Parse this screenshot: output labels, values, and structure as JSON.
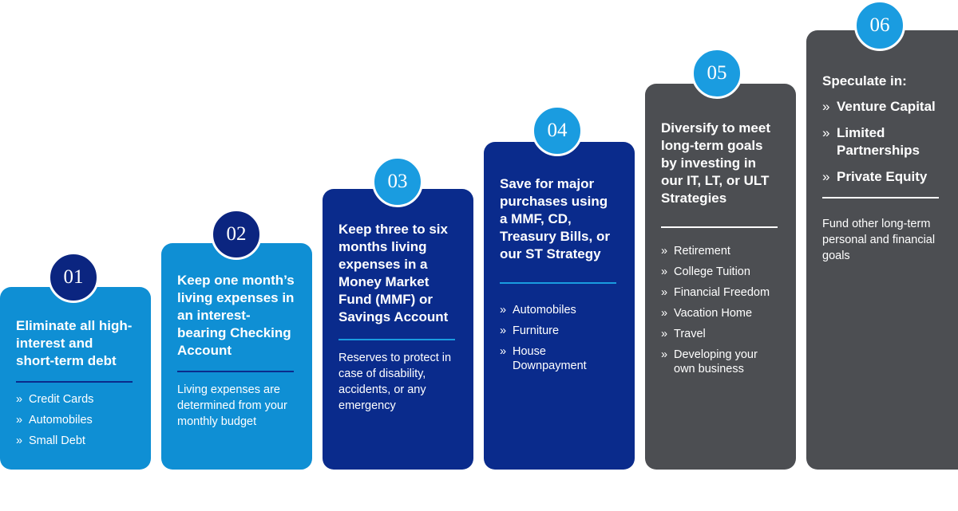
{
  "steps": [
    {
      "number": "01",
      "heading": "Eliminate all high-interest and short-term debt",
      "items": [
        "Credit Cards",
        "Automobiles",
        "Small Debt"
      ]
    },
    {
      "number": "02",
      "heading": "Keep one month’s living expenses in an interest-bearing Checking Account",
      "description": "Living expenses are determined from your monthly budget"
    },
    {
      "number": "03",
      "heading": "Keep three to six months living expenses in a Money Market Fund (MMF) or Savings Account",
      "description": "Reserves to protect in case of disability, accidents, or any emergency"
    },
    {
      "number": "04",
      "heading": "Save for major purchases using a MMF, CD, Treasury Bills, or our ST Strategy",
      "items": [
        "Automobiles",
        "Furniture",
        "House Downpayment"
      ]
    },
    {
      "number": "05",
      "heading": "Diversify to meet long-term goals by investing in our IT, LT, or ULT Strategies",
      "items": [
        "Retirement",
        "College Tuition",
        "Financial Freedom",
        "Vacation Home",
        "Travel",
        "Developing your own business"
      ]
    },
    {
      "number": "06",
      "heading": "Speculate in:",
      "items": [
        "Venture Capital",
        "Limited Partnerships",
        "Private Equity"
      ],
      "description": "Fund other long-term personal and financial goals"
    }
  ],
  "bullet_glyph": "»",
  "colors": {
    "light_blue": "#0f8fd4",
    "navy": "#0a2b8c",
    "gray": "#4c4e52",
    "badge_bright": "#1a9ce0",
    "badge_dark": "#0b2580"
  }
}
